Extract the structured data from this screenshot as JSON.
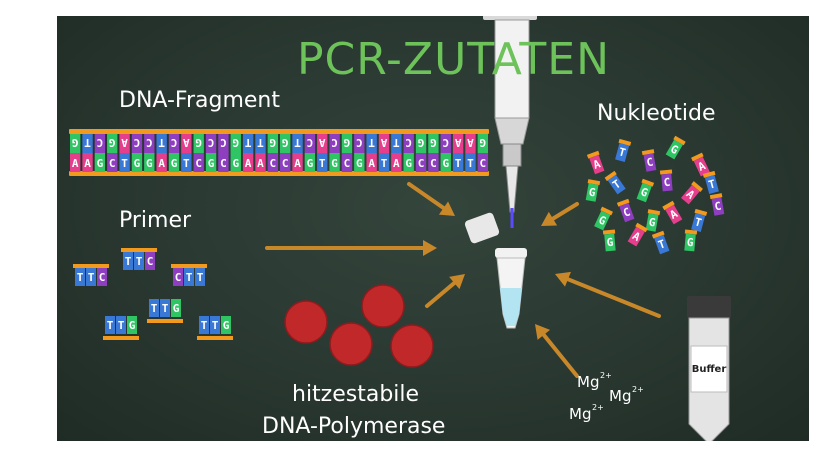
{
  "title": "PCR-ZUTATEN",
  "labels": {
    "dna_fragment": "DNA-Fragment",
    "nucleotides": "Nukleotide",
    "primer": "Primer",
    "polymerase_line1": "hitzestabile",
    "polymerase_line2": "DNA-Polymerase",
    "buffer": "Buffer",
    "magnesium": "Mg",
    "magnesium_charge": "2+"
  },
  "dna": {
    "top_strand": "GTCGACCTCAGCCGTTGGTCACGCTATCGGCAAG",
    "bottom_strand": "AAGCTGGAGTCGCGAACCAGTGCGATAGCCGTTC"
  },
  "primers": [
    "TTC",
    "TTC",
    "CTT",
    "TTG",
    "TTG",
    "TTG"
  ],
  "nucleotide_bases": [
    "A",
    "T",
    "C",
    "G",
    "A",
    "G",
    "T",
    "G",
    "C",
    "A",
    "T",
    "G",
    "C",
    "G",
    "A",
    "T",
    "C",
    "G",
    "A",
    "T",
    "G"
  ],
  "colors": {
    "board": "#26342d",
    "title": "#6dc25a",
    "backbone": "#f29a1e",
    "arrow": "#c8882a",
    "polymerase": "#c0282a",
    "A": "#e53e8c",
    "T": "#3a78d6",
    "G": "#2fc464",
    "C": "#8e3fbf"
  }
}
